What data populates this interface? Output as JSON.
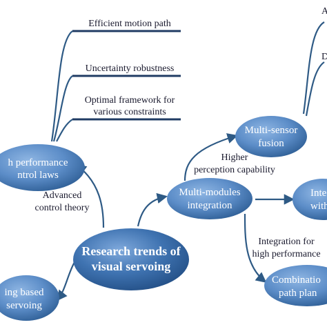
{
  "center_node": {
    "line1": "Research trends of",
    "line2": "visual servoing"
  },
  "nodes": {
    "control_laws": {
      "line1": "h performance",
      "line2": "ntrol laws"
    },
    "learning": {
      "line1": "ing based",
      "line2": "servoing"
    },
    "multi_modules": {
      "line1": "Multi-modules",
      "line2": "integration"
    },
    "multi_sensor": {
      "line1": "Multi-sensor",
      "line2": "fusion"
    },
    "integration_right": {
      "line1": "Inte",
      "line2": "with"
    },
    "combination": {
      "line1": "Combinatio",
      "line2": "path plan"
    }
  },
  "edge_labels": {
    "advanced": {
      "line1": "Advanced",
      "line2": "control theory"
    },
    "higher": {
      "line1": "Higher",
      "line2": "perception capability"
    },
    "integration_for": {
      "line1": "Integration for",
      "line2": "high performance"
    }
  },
  "branches": [
    {
      "line1": "Efficient motion path",
      "line2": ""
    },
    {
      "line1": "Uncertainty robustness",
      "line2": ""
    },
    {
      "line1": "Optimal framework for",
      "line2": "various constraints"
    }
  ],
  "right_edge_fragments": [
    "A",
    "D"
  ],
  "colors": {
    "node_light": "#6d9bd1",
    "node_dark": "#2a5d94",
    "edge": "#2e5a85",
    "bar": "#1f3b63"
  }
}
